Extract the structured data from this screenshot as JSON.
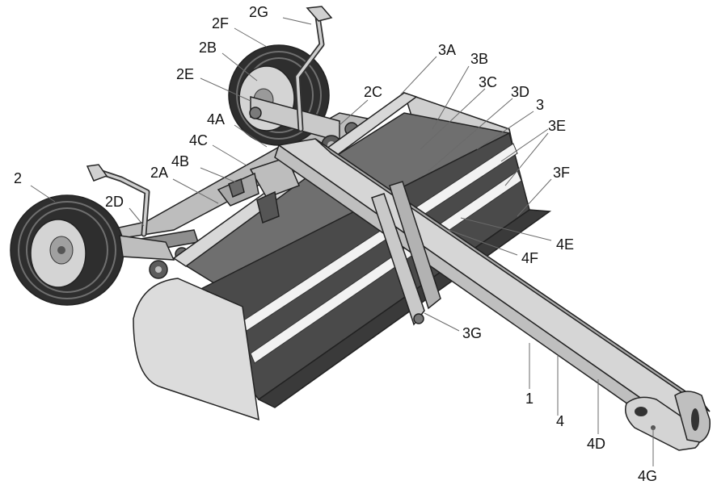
{
  "labels": {
    "l1": "1",
    "l2": "2",
    "l2A": "2A",
    "l2B": "2B",
    "l2C": "2C",
    "l2D": "2D",
    "l2E": "2E",
    "l2F": "2F",
    "l2G": "2G",
    "l3": "3",
    "l3A": "3A",
    "l3B": "3B",
    "l3C": "3C",
    "l3D": "3D",
    "l3E": "3E",
    "l3F": "3F",
    "l3G": "3G",
    "l4": "4",
    "l4A": "4A",
    "l4B": "4B",
    "l4C": "4C",
    "l4D": "4D",
    "l4E": "4E",
    "l4F": "4F",
    "l4G": "4G"
  }
}
